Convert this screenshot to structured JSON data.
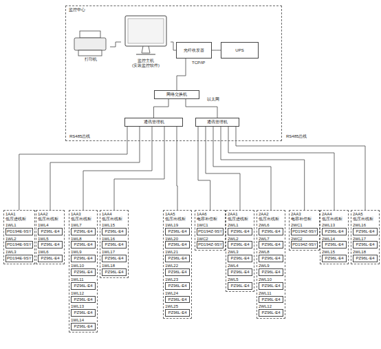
{
  "diagram": {
    "nodes": [
      {
        "text": [
          "监控中心"
        ]
      },
      {
        "text": [
          "打印机"
        ],
        "in": 0
      },
      {
        "text": [
          "监控主机",
          "(安装监控软件)"
        ],
        "in": 0
      },
      {
        "text": [
          "光纤收发器"
        ],
        "in": 0
      },
      {
        "text": [
          "UPS"
        ],
        "in": 0
      },
      {
        "text": [
          "网络交换机"
        ],
        "in": 0
      },
      {
        "text": [
          "通讯管理机"
        ],
        "in": 0
      },
      {
        "text": [
          "通讯管理机"
        ],
        "in": 0
      },
      {
        "text": [
          "1AA1",
          "低压进线柜"
        ]
      },
      {
        "text": [
          "1WL1",
          "PD194E-9SY"
        ],
        "in": 8
      },
      {
        "text": [
          "1WL2",
          "PD194E-9SY"
        ],
        "in": 8
      },
      {
        "text": [
          "1WL3",
          "PD194E-9SY"
        ],
        "in": 8
      },
      {
        "text": [
          "1AA2",
          "低压出线柜"
        ]
      },
      {
        "text": [
          "1WL4",
          "PZ96L-E4"
        ],
        "in": 12
      },
      {
        "text": [
          "1WL5",
          "PZ96L-E4"
        ],
        "in": 12
      },
      {
        "text": [
          "1WL6",
          "PZ96L-E4"
        ],
        "in": 12
      },
      {
        "text": [
          "1AA3",
          "低压出线柜"
        ]
      },
      {
        "text": [
          "1WL7",
          "PZ96L-E4"
        ],
        "in": 16
      },
      {
        "text": [
          "1WL8",
          "PZ96L-E4"
        ],
        "in": 16
      },
      {
        "text": [
          "1WL9",
          "PZ96L-E4"
        ],
        "in": 16
      },
      {
        "text": [
          "1WL10",
          "PZ96L-E4"
        ],
        "in": 16
      },
      {
        "text": [
          "1WL11",
          "PZ96L-E4"
        ],
        "in": 16
      },
      {
        "text": [
          "1WL12",
          "PZ96L-E4"
        ],
        "in": 16
      },
      {
        "text": [
          "1WL13",
          "PZ96L-E4"
        ],
        "in": 16
      },
      {
        "text": [
          "1WL14",
          "PZ96L-E4"
        ],
        "in": 16
      },
      {
        "text": [
          "1AA4",
          "低压出线柜"
        ]
      },
      {
        "text": [
          "1WL15",
          "PZ96L-E4"
        ],
        "in": 25
      },
      {
        "text": [
          "1WL16",
          "PZ96L-E4"
        ],
        "in": 25
      },
      {
        "text": [
          "1WL17",
          "PZ96L-E4"
        ],
        "in": 25
      },
      {
        "text": [
          "1WL18",
          "PZ96L-E4"
        ],
        "in": 25
      },
      {
        "text": [
          "1AA5",
          "低压出线柜"
        ]
      },
      {
        "text": [
          "1WL19",
          "PZ96L-E4"
        ],
        "in": 30
      },
      {
        "text": [
          "1WL20",
          "PZ96L-E4"
        ],
        "in": 30
      },
      {
        "text": [
          "1WL21",
          "PZ96L-E4"
        ],
        "in": 30
      },
      {
        "text": [
          "1WL22",
          "PZ96L-E4"
        ],
        "in": 30
      },
      {
        "text": [
          "1WL23",
          "PZ96L-E4"
        ],
        "in": 30
      },
      {
        "text": [
          "1WL24",
          "PZ96L-E4"
        ],
        "in": 30
      },
      {
        "text": [
          "1WL25",
          "PZ96L-E4"
        ],
        "in": 30
      },
      {
        "text": [
          "1AA6",
          "电容补偿柜"
        ]
      },
      {
        "text": [
          "1WC1",
          "PD194Z-9SY"
        ],
        "in": 38
      },
      {
        "text": [
          "1WC2",
          "PD194Z-9SY"
        ],
        "in": 38
      },
      {
        "text": [
          "2AA1",
          "低压进线柜"
        ]
      },
      {
        "text": [
          "2WL1",
          "PZ96L-E4"
        ],
        "in": 41
      },
      {
        "text": [
          "2WL2",
          "PZ96L-E4"
        ],
        "in": 41
      },
      {
        "text": [
          "2WL3",
          "PZ96L-E4"
        ],
        "in": 41
      },
      {
        "text": [
          "2WL4",
          "PZ96L-E4"
        ],
        "in": 41
      },
      {
        "text": [
          "2WL5",
          "PZ96L-E4"
        ],
        "in": 41
      },
      {
        "text": [
          "2AA2",
          "低压出线柜"
        ]
      },
      {
        "text": [
          "2WL6",
          "PZ96L-E4"
        ],
        "in": 47
      },
      {
        "text": [
          "2WL7",
          "PZ96L-E4"
        ],
        "in": 47
      },
      {
        "text": [
          "2WL8",
          "PZ96L-E4"
        ],
        "in": 47
      },
      {
        "text": [
          "2WL9",
          "PZ96L-E4"
        ],
        "in": 47
      },
      {
        "text": [
          "2WL10",
          "PZ96L-E4"
        ],
        "in": 47
      },
      {
        "text": [
          "2WL11",
          "PZ96L-E4"
        ],
        "in": 47
      },
      {
        "text": [
          "2WL12",
          "PZ96L-E4"
        ],
        "in": 47
      },
      {
        "text": [
          "2AA3",
          "电容补偿柜"
        ]
      },
      {
        "text": [
          "2WC1",
          "PD194Z-9SY"
        ],
        "in": 55
      },
      {
        "text": [
          "2WC2",
          "PD194Z-9SY"
        ],
        "in": 55
      },
      {
        "text": [
          "2AA4",
          "低压出线柜"
        ]
      },
      {
        "text": [
          "2WL13",
          "PZ96L-E4"
        ],
        "in": 58
      },
      {
        "text": [
          "2WL14",
          "PZ96L-E4"
        ],
        "in": 58
      },
      {
        "text": [
          "2WL15",
          "PZ96L-E4"
        ],
        "in": 58
      },
      {
        "text": [
          "2AA5",
          "低压出线柜"
        ]
      },
      {
        "text": [
          "2WL16",
          "PZ96L-E4"
        ],
        "in": 62
      },
      {
        "text": [
          "2WL17",
          "PZ96L-E4"
        ],
        "in": 62
      },
      {
        "text": [
          "2WL18",
          "PZ96L-E4"
        ],
        "in": 62
      }
    ],
    "edges": [
      {
        "from": 1,
        "to": 2,
        "arrow": "none"
      },
      {
        "from": 2,
        "to": 3,
        "arrow": "none"
      },
      {
        "from": 3,
        "to": 4,
        "arrow": "none"
      },
      {
        "from": 3,
        "to": 5,
        "arrow": "none"
      },
      {
        "from": 5,
        "to": 6,
        "arrow": "none"
      },
      {
        "from": 5,
        "to": 7,
        "arrow": "none"
      },
      {
        "from": 6,
        "to": 8,
        "arrow": "none"
      },
      {
        "from": 6,
        "to": 12,
        "arrow": "none"
      },
      {
        "from": 6,
        "to": 16,
        "arrow": "none"
      },
      {
        "from": 6,
        "to": 25,
        "arrow": "none"
      },
      {
        "from": 6,
        "to": 30,
        "arrow": "none"
      },
      {
        "from": 7,
        "to": 38,
        "arrow": "none"
      },
      {
        "from": 7,
        "to": 41,
        "arrow": "none"
      },
      {
        "from": 7,
        "to": 47,
        "arrow": "none"
      },
      {
        "from": 7,
        "to": 55,
        "arrow": "none"
      },
      {
        "from": 7,
        "to": 58,
        "arrow": "none"
      },
      {
        "from": 7,
        "to": 62,
        "arrow": "none"
      }
    ],
    "labels": [
      "TCP/IP",
      "以太网",
      "RS485总线",
      "RS485总线"
    ]
  }
}
